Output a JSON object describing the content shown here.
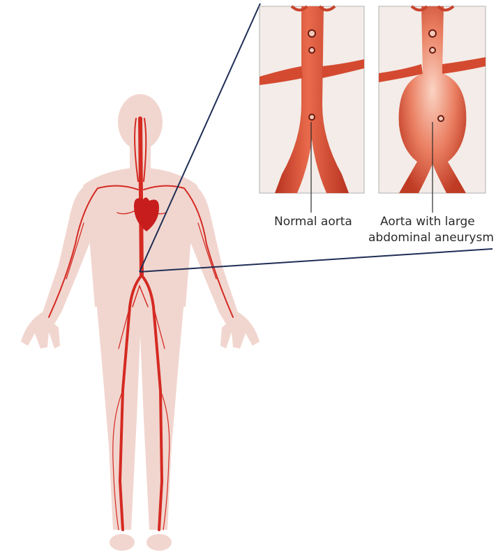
{
  "labels": {
    "normal": "Normal aorta",
    "aneurysm_line1": "Aorta with large",
    "aneurysm_line2": "abdominal aneurysm"
  },
  "colors": {
    "body": "#f1d6cf",
    "artery": "#d42a22",
    "heart": "#c81d1d",
    "aorta_normal": "#d44a30",
    "aorta_aneurysm": "#e3664a",
    "callout_line": "#1f2e55",
    "panel_border": "#b0b0b0"
  }
}
